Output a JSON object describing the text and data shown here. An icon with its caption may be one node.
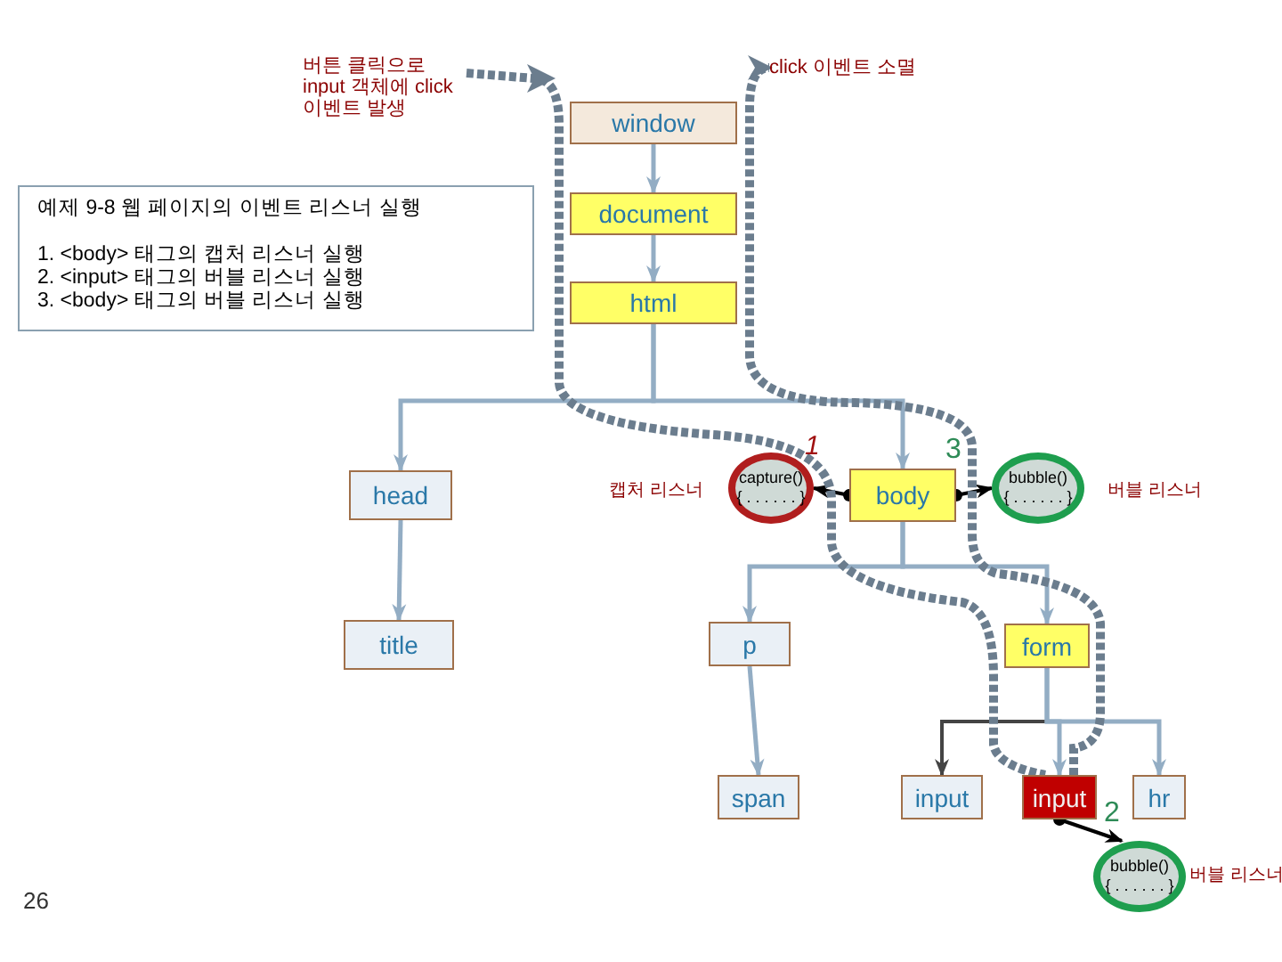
{
  "diagram": {
    "nodes": [
      {
        "text": [
          "window"
        ]
      },
      {
        "text": [
          "document"
        ]
      },
      {
        "text": [
          "html"
        ]
      },
      {
        "text": [
          "head"
        ]
      },
      {
        "text": [
          "title"
        ]
      },
      {
        "text": [
          "capture()",
          "{ . . . . . . }"
        ],
        "beside": [
          "캡처 리스너"
        ]
      },
      {
        "text": [
          "body"
        ]
      },
      {
        "text": [
          "bubble()",
          "{ . . . . . . }"
        ],
        "beside": [
          "버블 리스너"
        ]
      },
      {
        "text": [
          "p"
        ]
      },
      {
        "text": [
          "form"
        ]
      },
      {
        "text": [
          "span"
        ]
      },
      {
        "text": [
          "input"
        ]
      },
      {
        "text": [
          "input"
        ]
      },
      {
        "text": [
          "hr"
        ]
      },
      {
        "text": [
          "bubble()",
          "{ . . . . . . }"
        ],
        "beside": [
          "버블 리스너"
        ]
      },
      {
        "text": [
          "버튼 클릭으로 input 객체에 click 이벤트 발생"
        ]
      },
      {
        "text": [
          "click 이벤트 소멸"
        ]
      },
      {
        "text": [
          "예제 9-8 웹 페이지의 이벤트 리스너 실행",
          "1. <body> 태그의 캡처 리스너 실행",
          "2. <input> 태그의 버블 리스너 실행",
          "3. <body> 태그의 버블 리스너 실행"
        ]
      }
    ],
    "edges": [
      {
        "from": 0,
        "to": 1,
        "arrow": "to"
      },
      {
        "from": 1,
        "to": 2,
        "arrow": "to"
      },
      {
        "from": 2,
        "to": 3,
        "arrow": "to"
      },
      {
        "from": 2,
        "to": 6,
        "arrow": "to"
      },
      {
        "from": 3,
        "to": 4,
        "arrow": "to"
      },
      {
        "from": 6,
        "to": 8,
        "arrow": "to"
      },
      {
        "from": 6,
        "to": 9,
        "arrow": "to"
      },
      {
        "from": 8,
        "to": 10,
        "arrow": "to"
      },
      {
        "from": 9,
        "to": 11,
        "arrow": "to",
        "color": "#444444"
      },
      {
        "from": 9,
        "to": 12,
        "arrow": "to"
      },
      {
        "from": 9,
        "to": 13,
        "arrow": "to"
      },
      {
        "from": 6,
        "to": 5,
        "arrow": "to",
        "color": "#000000"
      },
      {
        "from": 6,
        "to": 7,
        "arrow": "to",
        "color": "#000000"
      },
      {
        "from": 12,
        "to": 14,
        "arrow": "to",
        "color": "#000000"
      },
      {
        "from": 15,
        "to": 12,
        "arrow": "to",
        "style": "dashed",
        "color": "#6b7d8e"
      },
      {
        "from": 12,
        "to": 16,
        "arrow": "to",
        "style": "dashed",
        "color": "#6b7d8e"
      }
    ],
    "labels": [
      "1",
      "3",
      "2",
      "26"
    ]
  }
}
